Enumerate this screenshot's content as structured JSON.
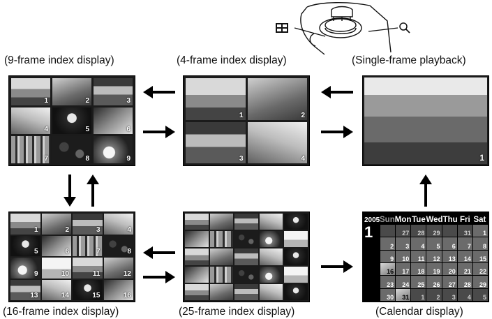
{
  "labels": {
    "nine": "(9-frame index display)",
    "four": "(4-frame index display)",
    "single": "(Single-frame playback)",
    "sixteen": "(16-frame index display)",
    "twentyfive": "(25-frame index display)",
    "calendar": "(Calendar display)"
  },
  "panels": {
    "four_numbers": [
      "1",
      "2",
      "3",
      "4"
    ],
    "nine_numbers": [
      "1",
      "2",
      "3",
      "4",
      "5",
      "6",
      "7",
      "8",
      "9"
    ],
    "sixteen_numbers": [
      "1",
      "2",
      "3",
      "4",
      "5",
      "6",
      "7",
      "8",
      "9",
      "10",
      "11",
      "12",
      "13",
      "14",
      "15",
      "16"
    ],
    "single_number": "1"
  },
  "calendar": {
    "year": "2005",
    "month": "1",
    "days_of_week": [
      "Sun",
      "Mon",
      "Tue",
      "Wed",
      "Thu",
      "Fri",
      "Sat"
    ],
    "days": [
      "",
      "27",
      "28",
      "29",
      "",
      "31",
      "1",
      "2",
      "3",
      "4",
      "5",
      "6",
      "7",
      "8",
      "9",
      "10",
      "11",
      "12",
      "13",
      "14",
      "15",
      "16",
      "17",
      "18",
      "19",
      "20",
      "21",
      "22",
      "23",
      "24",
      "25",
      "26",
      "27",
      "28",
      "29",
      "30",
      "31",
      "1",
      "2",
      "3",
      "4",
      "5"
    ]
  },
  "icons": {
    "index_icon": "index-icon",
    "magnify_icon": "magnify-icon"
  }
}
